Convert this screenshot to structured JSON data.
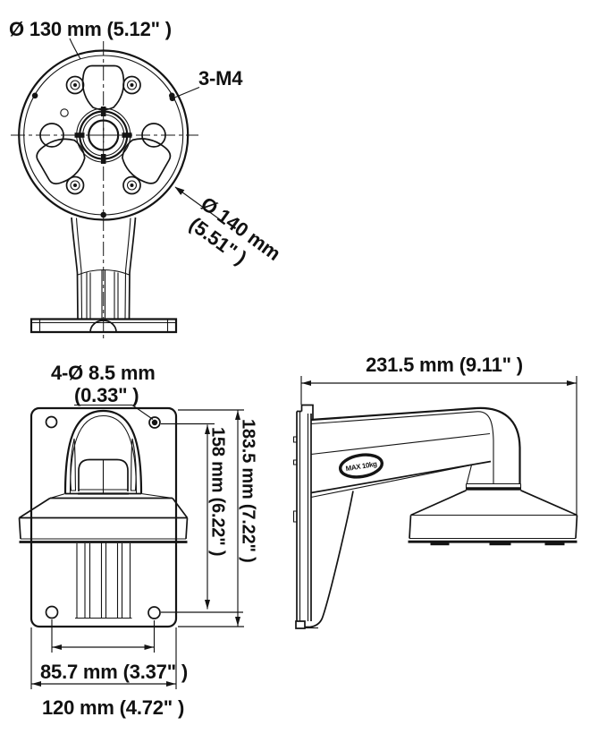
{
  "drawing": {
    "background": "#ffffff",
    "line_color": "#141414",
    "top_view": {
      "dia130_label": "Ø 130 mm (5.12\" )",
      "thread_label": "3-M4",
      "dia140_line1": "Ø 140 mm",
      "dia140_line2": "(5.51\" )"
    },
    "front_view": {
      "holes_line1": "4-Ø 8.5 mm",
      "holes_line2": "(0.33\" )",
      "dim_height_holes": "158 mm (6.22\" )",
      "dim_height_overall": "183.5 mm (7.22\" )",
      "dim_hole_spacing": "85.7 mm (3.37\" )",
      "dim_width_overall": "120 mm (4.72\" )"
    },
    "side_view": {
      "dim_depth_overall": "231.5 mm (9.11\" )",
      "badge_text": "MAX 10kg"
    }
  }
}
